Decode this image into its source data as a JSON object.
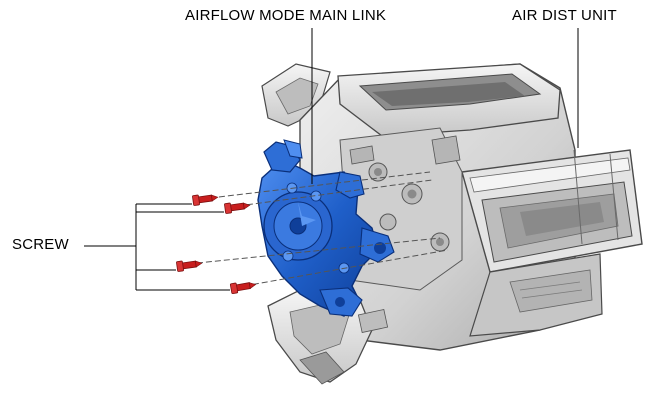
{
  "labels": {
    "main_link": "AIRFLOW MODE MAIN LINK",
    "air_dist_unit": "AIR DIST UNIT",
    "screw": "SCREW"
  },
  "colors": {
    "housing_fill": "#d9d9d9",
    "housing_shadow": "#a8a8a8",
    "housing_outline": "#4a4a4a",
    "link_blue": "#1f5fc9",
    "link_blue_dark": "#0f3f99",
    "screw_red": "#c81e1e",
    "leader_line": "#000000"
  },
  "screws": {
    "count": 4
  }
}
